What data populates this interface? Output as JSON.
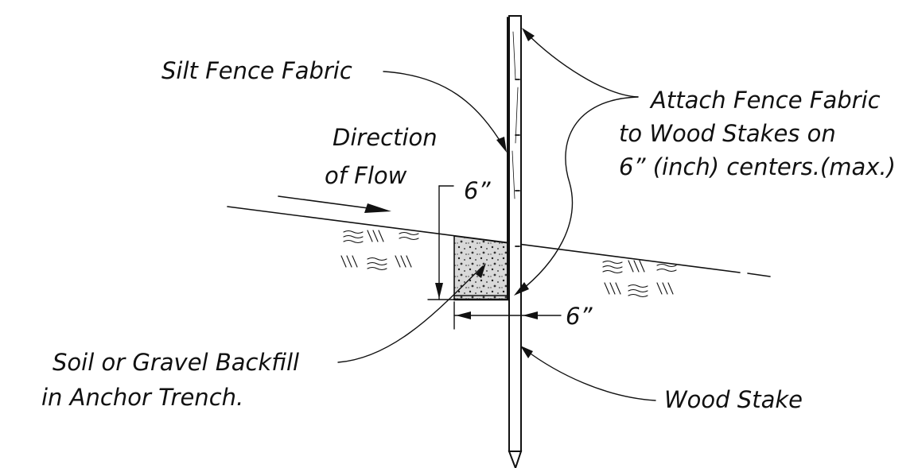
{
  "labels": {
    "silt_fence_fabric": "Silt Fence Fabric",
    "attach_line1": "Attach Fence Fabric",
    "attach_line2": "to Wood Stakes on",
    "attach_line3": "6” (inch) centers.(max.)",
    "direction_line1": "Direction",
    "direction_line2": "of Flow",
    "dim_vertical": "6”",
    "dim_horizontal": "6”",
    "backfill_line1": "Soil or Gravel Backfill",
    "backfill_line2": "in Anchor Trench.",
    "wood_stake": "Wood Stake"
  },
  "colors": {
    "ink": "#111111",
    "background": "#ffffff",
    "backfill": "#d9d9d9"
  }
}
